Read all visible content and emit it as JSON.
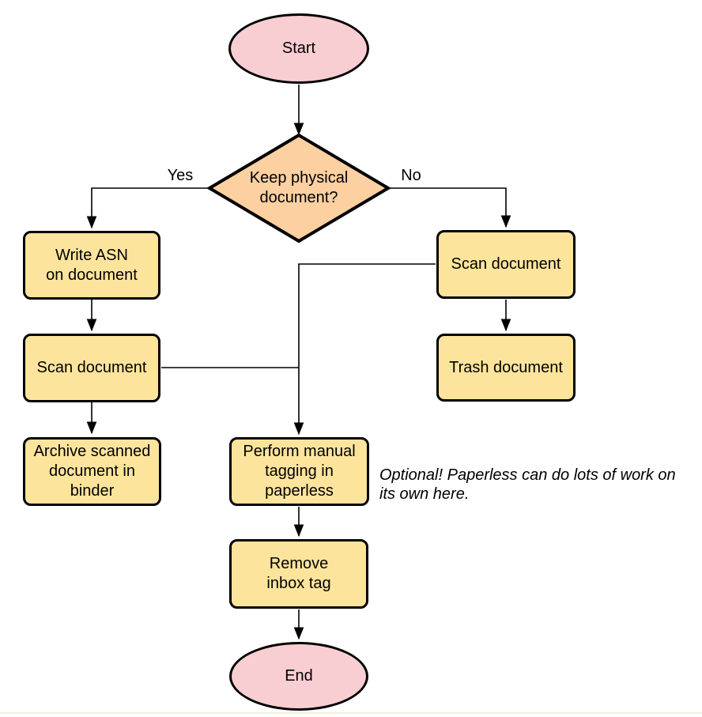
{
  "colors": {
    "terminator-fill": "#f9ced2",
    "decision-fill": "#fdd0a2",
    "process-fill": "#fde49c",
    "shape-stroke": "#000000",
    "edge-stroke": "#000000",
    "text": "#000000",
    "page-edge": "#f3efdf"
  },
  "flowchart": {
    "nodes": {
      "start": "Start",
      "keep_physical": "Keep physical\ndocument?",
      "write_asn": "Write ASN\non document",
      "scan_left": "Scan document",
      "archive": "Archive scanned\ndocument in\nbinder",
      "scan_right": "Scan document",
      "trash": "Trash document",
      "tagging": "Perform manual\ntagging in\npaperless",
      "remove_inbox": "Remove\ninbox tag",
      "end": "End"
    },
    "edge_labels": {
      "yes": "Yes",
      "no": "No"
    },
    "annotation": "Optional! Paperless can do lots of work on\nits own here."
  }
}
